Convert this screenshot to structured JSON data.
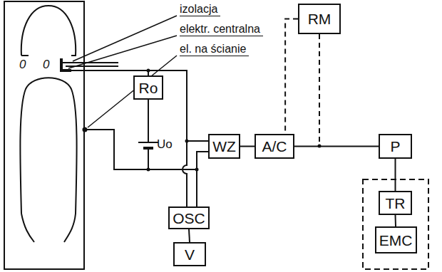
{
  "diagram": {
    "nodes": [
      {
        "text": [
          "RM"
        ]
      },
      {
        "text": [
          "Ro"
        ]
      },
      {
        "text": [
          "WZ"
        ]
      },
      {
        "text": [
          "A/C"
        ]
      },
      {
        "text": [
          "P"
        ]
      },
      {
        "text": [
          "TR"
        ]
      },
      {
        "text": [
          "OSC"
        ]
      },
      {
        "text": [
          "EMC"
        ]
      },
      {
        "text": [
          "V"
        ]
      }
    ],
    "edges": [
      {
        "from": 2,
        "to": 3,
        "arrow": "none"
      },
      {
        "from": 3,
        "to": 4,
        "arrow": "none"
      },
      {
        "from": 4,
        "to": 5,
        "arrow": "none"
      },
      {
        "from": 5,
        "to": 7,
        "arrow": "none"
      },
      {
        "from": 6,
        "to": 8,
        "arrow": "none"
      },
      {
        "from": 0,
        "to": 3,
        "arrow": "none"
      }
    ],
    "labels": [
      "izolacja",
      "elektr. centralna",
      "el. na ścianie",
      "0",
      "0",
      "Uo"
    ]
  }
}
